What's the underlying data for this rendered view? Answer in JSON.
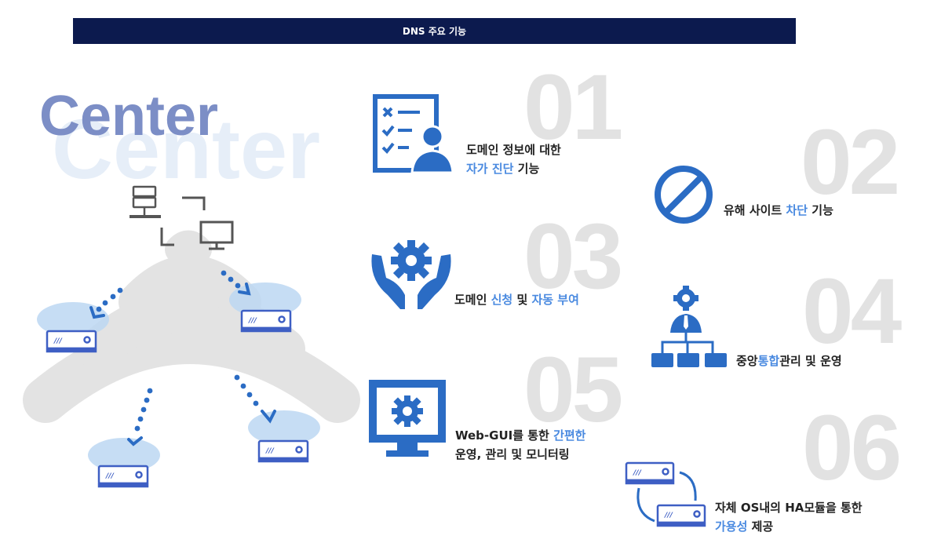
{
  "header": {
    "title": "DNS 주요 기능"
  },
  "background": {
    "word_back": "Center",
    "word_front": "Center"
  },
  "features": [
    {
      "num": "01",
      "line1_pre": "도메인 정보에 대한",
      "line2_hl": "자가 진단",
      "line2_post": " 기능",
      "icon": "checklist-person-icon"
    },
    {
      "num": "02",
      "pre": "유해 사이트 ",
      "hl": "차단",
      "post": " 기능",
      "icon": "block-icon"
    },
    {
      "num": "03",
      "pre": "도메인 ",
      "hl1": "신청",
      "mid": " 및 ",
      "hl2": "자동 부여",
      "icon": "hands-gear-icon"
    },
    {
      "num": "04",
      "pre": "중앙",
      "hl": "통합",
      "post": "관리 및 운영",
      "icon": "org-manager-icon"
    },
    {
      "num": "05",
      "line1_pre": "Web-GUI를 통한 ",
      "line1_hl": "간편한",
      "line2": "운영, 관리 및 모니터링",
      "icon": "monitor-gear-icon"
    },
    {
      "num": "06",
      "line1": "자체 OS내의 HA모듈을 통한",
      "line2_hl": "가용성",
      "line2_post": " 제공",
      "icon": "ha-servers-icon"
    }
  ],
  "colors": {
    "header_bg": "#0c1a4e",
    "accent": "#4a8ae0",
    "icon_blue": "#2b6cc4",
    "number_gray": "#e2e2e2"
  }
}
